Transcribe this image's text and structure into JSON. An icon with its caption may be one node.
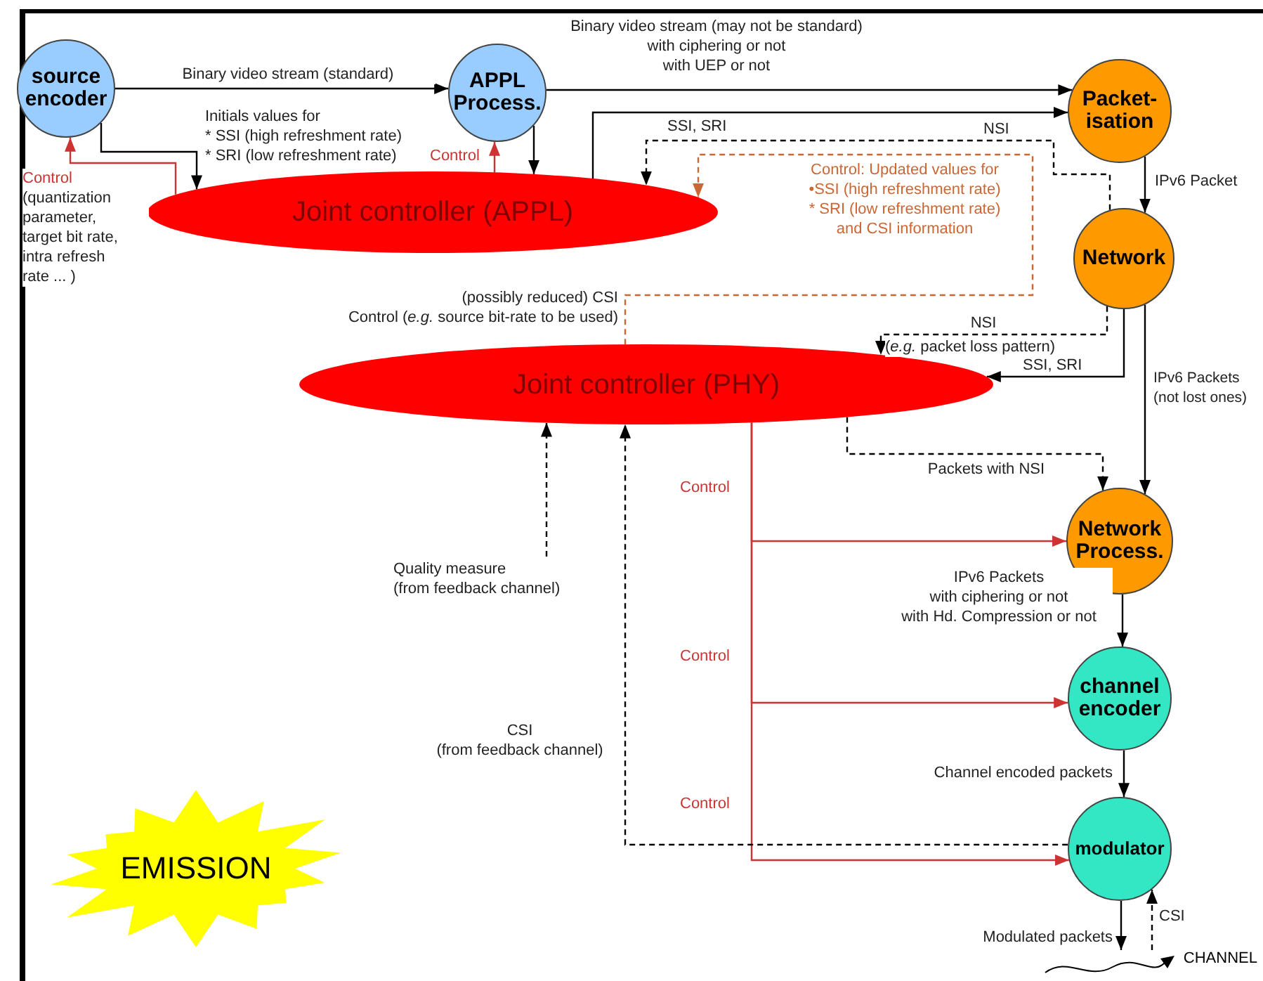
{
  "diagram": {
    "nodes": [
      {
        "text": [
          "source encoder"
        ]
      },
      {
        "text": [
          "APPL Process."
        ]
      },
      {
        "text": [
          "Packet-isation"
        ]
      },
      {
        "text": [
          "Joint controller (APPL)"
        ]
      },
      {
        "text": [
          "Network"
        ]
      },
      {
        "text": [
          "Joint controller (PHY)"
        ]
      },
      {
        "text": [
          "Network Process."
        ]
      },
      {
        "text": [
          "channel encoder"
        ]
      },
      {
        "text": [
          "modulator"
        ]
      },
      {
        "text": [
          "EMISSION"
        ]
      },
      {
        "text": [
          "CHANNEL"
        ]
      }
    ],
    "edges": [
      {
        "from": 0,
        "to": 1,
        "arrow": "to",
        "label": "Binary video stream (standard)"
      },
      {
        "from": 0,
        "to": 3,
        "arrow": "to",
        "label": "Initials values for * SSI (high refreshment rate) * SRI (low refreshment rate)"
      },
      {
        "from": 3,
        "to": 0,
        "arrow": "to",
        "label": "Control",
        "color": "#cc3333"
      },
      {
        "from": 3,
        "to": 1,
        "arrow": "to",
        "label": "Control",
        "color": "#cc3333"
      },
      {
        "from": 1,
        "to": 3,
        "arrow": "to"
      },
      {
        "from": 1,
        "to": 2,
        "arrow": "to",
        "label": "Binary video stream (may not be standard) with ciphering or not with UEP or not"
      },
      {
        "from": 3,
        "to": 2,
        "arrow": "to",
        "label": "SSI, SRI"
      },
      {
        "from": 4,
        "to": 3,
        "arrow": "to",
        "label": "NSI",
        "style": "dashed"
      },
      {
        "from": 5,
        "to": 3,
        "arrow": "to",
        "label": "Control: Updated values for •SSI (high refreshment rate) * SRI (low refreshment rate) and CSI information",
        "style": "dashed",
        "color": "#cc6633"
      },
      {
        "from": 4,
        "to": 5,
        "arrow": "to",
        "label": "NSI",
        "style": "dashed"
      },
      {
        "from": 4,
        "to": 5,
        "arrow": "to",
        "label": "SSI, SRI"
      },
      {
        "from": 4,
        "to": 6,
        "arrow": "to",
        "label": "IPv6 Packets (not lost ones)"
      },
      {
        "from": 2,
        "to": 4,
        "arrow": "to",
        "label": "IPv6 Packet"
      },
      {
        "from": 5,
        "to": 6,
        "arrow": "to",
        "label": "Packets with NSI",
        "style": "dashed"
      },
      {
        "from": 5,
        "to": 6,
        "arrow": "to",
        "label": "Control",
        "color": "#cc3333"
      },
      {
        "from": 5,
        "to": 7,
        "arrow": "to",
        "label": "Control",
        "color": "#cc3333"
      },
      {
        "from": 5,
        "to": 8,
        "arrow": "to",
        "label": "Control",
        "color": "#cc3333"
      },
      {
        "from": 6,
        "to": 7,
        "arrow": "to",
        "label": "IPv6 Packets with ciphering or not with Hd. Compression or not"
      },
      {
        "from": 7,
        "to": 8,
        "arrow": "to",
        "label": "Channel encoded packets"
      },
      {
        "from": null,
        "to": 5,
        "arrow": "to",
        "label": "Quality measure (from feedback channel)",
        "style": "dashed"
      },
      {
        "from": 8,
        "to": 5,
        "arrow": "to",
        "label": "CSI (from feedback channel)",
        "style": "dashed"
      },
      {
        "from": 8,
        "to": 10,
        "arrow": "to",
        "label": "Modulated packets"
      },
      {
        "from": 10,
        "to": 8,
        "arrow": "to",
        "label": "CSI",
        "style": "dashed"
      }
    ],
    "labels": [
      "(quantization parameter, target bit rate, intra refresh rate ... )",
      "(possibly reduced) CSI",
      "Control (*e.g.* source bit-rate to be used)",
      "(*e.g.* packet loss pattern)"
    ]
  }
}
